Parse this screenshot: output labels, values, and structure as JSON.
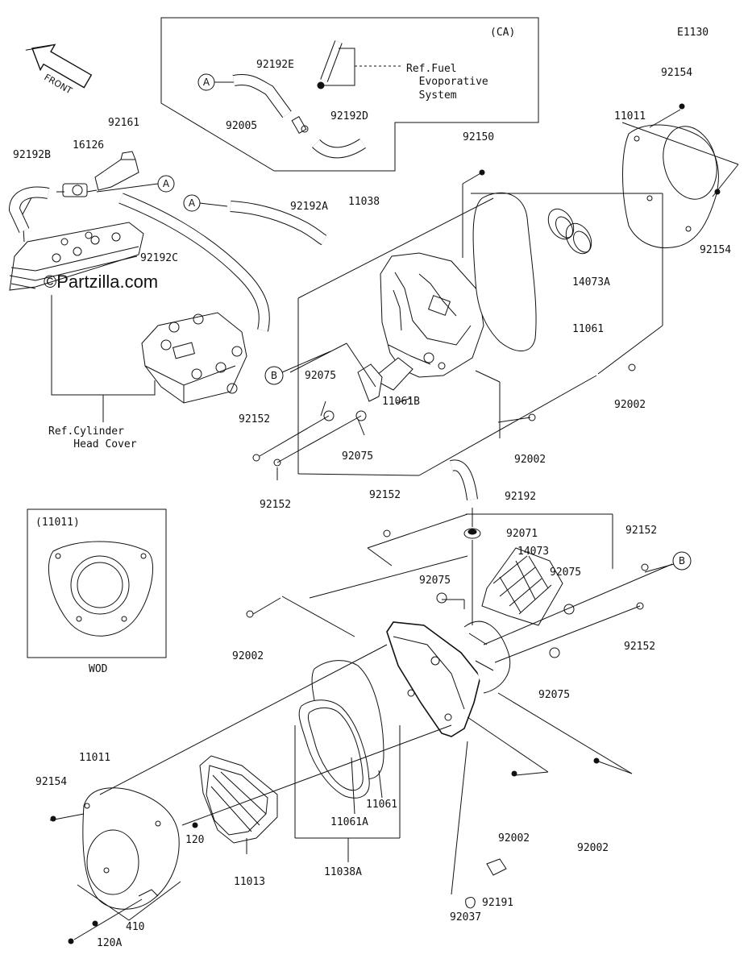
{
  "diagram_code": "E1130",
  "watermark": "©Partzilla.com",
  "front_label": "FRONT",
  "region_ca": "(CA)",
  "inset_top_label": "(11011)",
  "inset_bottom_label": "WOD",
  "ref_fuel": "Ref.Fuel\n  Evoporative\n  System",
  "ref_cylinder": "Ref.Cylinder\n    Head Cover",
  "marker_a": "A",
  "marker_b": "B",
  "parts": [
    {
      "id": "p1",
      "label": "92192E"
    },
    {
      "id": "p2",
      "label": "92005"
    },
    {
      "id": "p3",
      "label": "92192D"
    },
    {
      "id": "p4",
      "label": "92161"
    },
    {
      "id": "p5",
      "label": "16126"
    },
    {
      "id": "p6",
      "label": "92192B"
    },
    {
      "id": "p7",
      "label": "92192A"
    },
    {
      "id": "p8",
      "label": "92192C"
    },
    {
      "id": "p9",
      "label": "92150"
    },
    {
      "id": "p10",
      "label": "11038"
    },
    {
      "id": "p11",
      "label": "11011"
    },
    {
      "id": "p12",
      "label": "92154"
    },
    {
      "id": "p13",
      "label": "92154"
    },
    {
      "id": "p14",
      "label": "14073A"
    },
    {
      "id": "p15",
      "label": "11061"
    },
    {
      "id": "p16",
      "label": "92075"
    },
    {
      "id": "p17",
      "label": "11061B"
    },
    {
      "id": "p18",
      "label": "92152"
    },
    {
      "id": "p19",
      "label": "92075"
    },
    {
      "id": "p20",
      "label": "92152"
    },
    {
      "id": "p21",
      "label": "92002"
    },
    {
      "id": "p22",
      "label": "92002"
    },
    {
      "id": "p23",
      "label": "92192"
    },
    {
      "id": "p24",
      "label": "92152"
    },
    {
      "id": "p25",
      "label": "92071"
    },
    {
      "id": "p26",
      "label": "14073"
    },
    {
      "id": "p27",
      "label": "92152"
    },
    {
      "id": "p28",
      "label": "92075"
    },
    {
      "id": "p29",
      "label": "92075"
    },
    {
      "id": "p30",
      "label": "92002"
    },
    {
      "id": "p31",
      "label": "92152"
    },
    {
      "id": "p32",
      "label": "92075"
    },
    {
      "id": "p33",
      "label": "11011"
    },
    {
      "id": "p34",
      "label": "92154"
    },
    {
      "id": "p35",
      "label": "120"
    },
    {
      "id": "p36",
      "label": "11061"
    },
    {
      "id": "p37",
      "label": "11061A"
    },
    {
      "id": "p38",
      "label": "92002"
    },
    {
      "id": "p39",
      "label": "92002"
    },
    {
      "id": "p40",
      "label": "11013"
    },
    {
      "id": "p41",
      "label": "11038A"
    },
    {
      "id": "p42",
      "label": "92191"
    },
    {
      "id": "p43",
      "label": "92037"
    },
    {
      "id": "p44",
      "label": "410"
    },
    {
      "id": "p45",
      "label": "120A"
    }
  ]
}
